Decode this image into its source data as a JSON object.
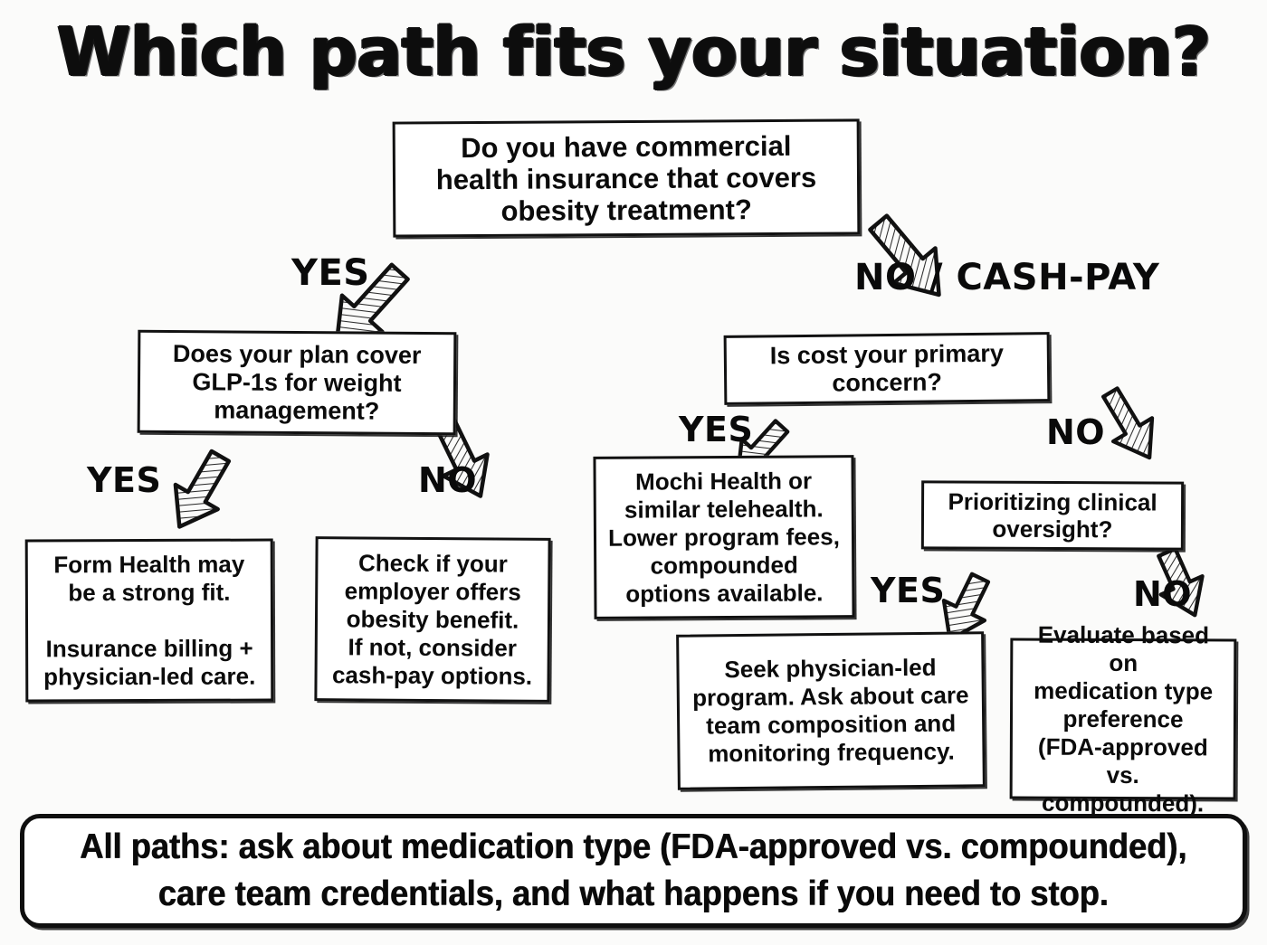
{
  "title": "Which path fits your situation?",
  "nodes": {
    "q_insurance": "Do you have commercial\nhealth insurance that covers\nobesity treatment?",
    "q_glp1": "Does your plan cover\nGLP-1s for weight\nmanagement?",
    "q_cost": "Is cost your primary\nconcern?",
    "q_oversight": "Prioritizing clinical\noversight?",
    "out_form_health": "Form Health may\nbe a strong fit.\n\nInsurance billing +\nphysician-led care.",
    "out_employer": "Check if your\nemployer offers\nobesity benefit.\nIf not, consider\ncash-pay options.",
    "out_mochi": "Mochi Health or\nsimilar telehealth.\nLower program fees,\ncompounded\noptions available.",
    "out_seek_physician": "Seek physician-led\nprogram. Ask about care\nteam composition and\nmonitoring frequency.",
    "out_evaluate": "Evaluate based on\nmedication type\npreference\n(FDA-approved vs.\ncompounded)."
  },
  "edges": {
    "insurance_yes": "YES",
    "insurance_no": "NO / CASH-PAY",
    "glp1_yes": "YES",
    "glp1_no": "NO",
    "cost_yes": "YES",
    "cost_no": "NO",
    "oversight_yes": "YES",
    "oversight_no": "NO"
  },
  "footer": "All paths: ask about medication type (FDA-approved vs. compounded),\ncare team credentials, and what happens if you need to stop.",
  "colors": {
    "ink": "#0f0f0f",
    "background": "#fbfbfa",
    "box_fill": "#ffffff"
  },
  "chart_data": {
    "type": "flowchart",
    "title": "Which path fits your situation?",
    "orientation": "top-down",
    "nodes": [
      {
        "id": "q_insurance",
        "kind": "decision",
        "text": "Do you have commercial health insurance that covers obesity treatment?"
      },
      {
        "id": "q_glp1",
        "kind": "decision",
        "text": "Does your plan cover GLP-1s for weight management?"
      },
      {
        "id": "q_cost",
        "kind": "decision",
        "text": "Is cost your primary concern?"
      },
      {
        "id": "q_oversight",
        "kind": "decision",
        "text": "Prioritizing clinical oversight?"
      },
      {
        "id": "out_form_health",
        "kind": "outcome",
        "text": "Form Health may be a strong fit. Insurance billing + physician-led care."
      },
      {
        "id": "out_employer",
        "kind": "outcome",
        "text": "Check if your employer offers obesity benefit. If not, consider cash-pay options."
      },
      {
        "id": "out_mochi",
        "kind": "outcome",
        "text": "Mochi Health or similar telehealth. Lower program fees, compounded options available."
      },
      {
        "id": "out_seek_physician",
        "kind": "outcome",
        "text": "Seek physician-led program. Ask about care team composition and monitoring frequency."
      },
      {
        "id": "out_evaluate",
        "kind": "outcome",
        "text": "Evaluate based on medication type preference (FDA-approved vs. compounded)."
      }
    ],
    "edges": [
      {
        "from": "q_insurance",
        "to": "q_glp1",
        "label": "YES"
      },
      {
        "from": "q_insurance",
        "to": "q_cost",
        "label": "NO / CASH-PAY"
      },
      {
        "from": "q_glp1",
        "to": "out_form_health",
        "label": "YES"
      },
      {
        "from": "q_glp1",
        "to": "out_employer",
        "label": "NO"
      },
      {
        "from": "q_cost",
        "to": "out_mochi",
        "label": "YES"
      },
      {
        "from": "q_cost",
        "to": "q_oversight",
        "label": "NO"
      },
      {
        "from": "q_oversight",
        "to": "out_seek_physician",
        "label": "YES"
      },
      {
        "from": "q_oversight",
        "to": "out_evaluate",
        "label": "NO"
      }
    ],
    "footnote": "All paths: ask about medication type (FDA-approved vs. compounded), care team credentials, and what happens if you need to stop."
  }
}
